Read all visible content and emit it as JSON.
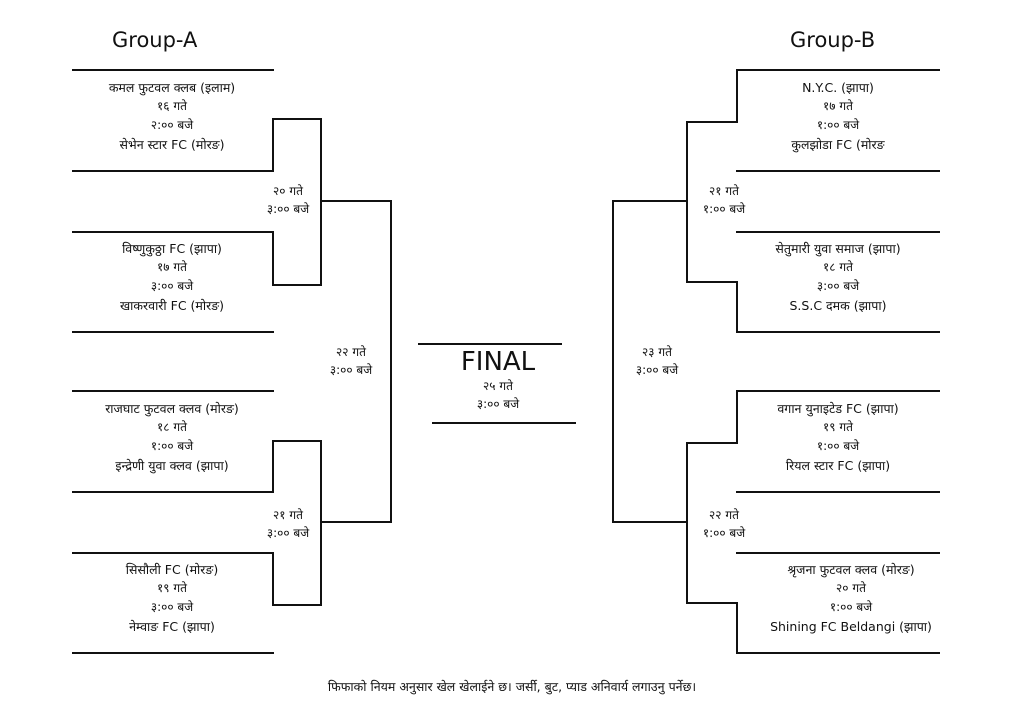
{
  "groups": {
    "a_title": "Group-A",
    "b_title": "Group-B"
  },
  "group_a": {
    "m1": {
      "team1": "कमल फुटवल क्लब (इलाम)",
      "date": "१६ गते",
      "time": "२:०० बजे",
      "team2": "सेभेन स्टार FC (मोरङ)"
    },
    "m2": {
      "team1": "विष्णुकुठ्ठा FC (झापा)",
      "date": "१७ गते",
      "time": "३:०० बजे",
      "team2": "खाकरवारी FC (मोरङ)"
    },
    "m3": {
      "team1": "राजघाट फुटवल क्लव (मोरङ)",
      "date": "१८ गते",
      "time": "१:०० बजे",
      "team2": "इन्द्रेणी युवा क्लव (झापा)"
    },
    "m4": {
      "team1": "सिसौली FC (मोरङ)",
      "date": "१९ गते",
      "time": "३:०० बजे",
      "team2": "नेम्वाङ FC (झापा)"
    },
    "r2_top": {
      "date": "२० गते",
      "time": "३:०० बजे"
    },
    "r2_bottom": {
      "date": "२१ गते",
      "time": "३:०० बजे"
    },
    "semi": {
      "date": "२२ गते",
      "time": "३:०० बजे"
    }
  },
  "group_b": {
    "m1": {
      "team1": "N.Y.C. (झापा)",
      "date": "१७ गते",
      "time": "१:०० बजे",
      "team2": "कुलझोडा FC (मोरङ"
    },
    "m2": {
      "team1": "सेतुमारी युवा समाज (झापा)",
      "date": "१८ गते",
      "time": "३:०० बजे",
      "team2": "S.S.C दमक (झापा)"
    },
    "m3": {
      "team1": "वगान युनाइटेड FC (झापा)",
      "date": "१९ गते",
      "time": "१:०० बजे",
      "team2": "रियल स्टार FC (झापा)"
    },
    "m4": {
      "team1": "श्रृजना फुटवल क्लव (मोरङ)",
      "date": "२० गते",
      "time": "१:०० बजे",
      "team2": "Shining FC Beldangi (झापा)"
    },
    "r2_top": {
      "date": "२१ गते",
      "time": "१:०० बजे"
    },
    "r2_bottom": {
      "date": "२२ गते",
      "time": "१:०० बजे"
    },
    "semi": {
      "date": "२३ गते",
      "time": "३:०० बजे"
    }
  },
  "final": {
    "title": "FINAL",
    "date": "२५ गते",
    "time": "३:०० बजे"
  },
  "footer": "फिफाको नियम अनुसार खेल खेलाईने छ। जर्सी, बुट, प्याड अनिवार्य लगाउनु पर्नेछ।"
}
